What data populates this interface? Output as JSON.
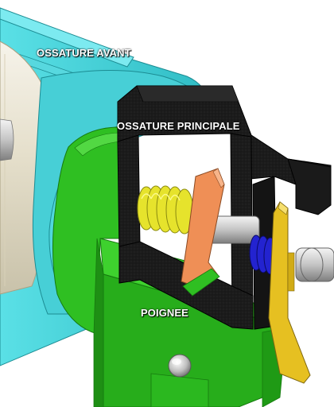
{
  "labels": {
    "ossature_avant": "OSSATURE AVANT",
    "ossature_principale": "OSSATURE PRINCIPALE",
    "poignee": "POIGNEE"
  },
  "colors": {
    "ossature_avant": "#3fd0d8",
    "ossature_principale": "#1c1c1c",
    "poignee": "#29b41d",
    "ressort_avant": "#e3e12a",
    "ressort_arriere": "#1f1fcc",
    "levier": "#ef8f56",
    "plaque": "#e6c021",
    "tige": "#c8c8c8",
    "cartouche": "#e9e4d4"
  }
}
